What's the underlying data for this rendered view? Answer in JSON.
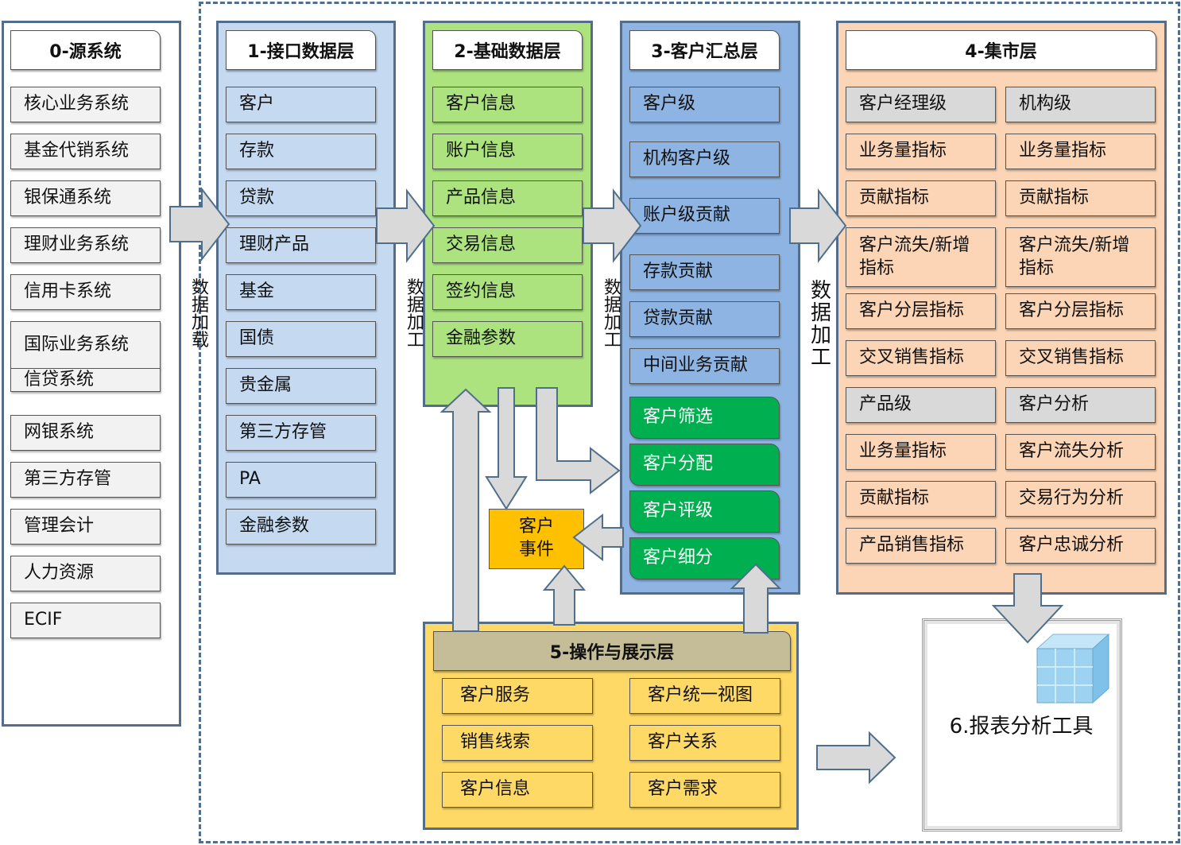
{
  "source": {
    "title": "0-源系统",
    "items": [
      "核心业务系统",
      "基金代销系统",
      "银保通系统",
      "理财业务系统",
      "信用卡系统",
      "国际业务系统",
      "信贷系统",
      "网银系统",
      "第三方存管",
      "管理会计",
      "人力资源",
      "ECIF"
    ]
  },
  "interface": {
    "title": "1-接口数据层",
    "items": [
      "客户",
      "存款",
      "贷款",
      "理财产品",
      "基金",
      "国债",
      "贵金属",
      "第三方存管",
      "PA",
      "金融参数"
    ]
  },
  "base": {
    "title": "2-基础数据层",
    "items": [
      "客户信息",
      "账户信息",
      "产品信息",
      "交易信息",
      "签约信息",
      "金融参数"
    ]
  },
  "summary": {
    "title": "3-客户汇总层",
    "items": [
      "客户级",
      "机构客户级",
      "账户级贡献",
      "存款贡献",
      "贷款贡献",
      "中间业务贡献"
    ],
    "green_items": [
      "客户筛选",
      "客户分配",
      "客户评级",
      "客户细分"
    ]
  },
  "mart": {
    "title": "4-集市层",
    "left": [
      "客户经理级",
      "业务量指标",
      "贡献指标",
      "客户流失/新增指标",
      "客户分层指标",
      "交叉销售指标",
      "产品级",
      "业务量指标",
      "贡献指标",
      "产品销售指标"
    ],
    "right": [
      "机构级",
      "业务量指标",
      "贡献指标",
      "客户流失/新增指标",
      "客户分层指标",
      "交叉销售指标",
      "客户分析",
      "客户流失分析",
      "交易行为分析",
      "客户忠诚分析"
    ]
  },
  "ops": {
    "title": "5-操作与展示层",
    "left": [
      "客户服务",
      "销售线索",
      "客户信息"
    ],
    "right": [
      "客户统一视图",
      "客户关系",
      "客户需求"
    ]
  },
  "event": {
    "label": "客户事件"
  },
  "report": {
    "label": "6.报表分析工具"
  },
  "flow_labels": {
    "load": "数据加载",
    "process1": "数据加工",
    "process2": "数据加工",
    "process3": "数据加工"
  },
  "colors": {
    "frame": "#536d8a",
    "source_bg": "#ffffff",
    "interface_bg": "#c5d9f1",
    "base_bg": "#ace37f",
    "summary_bg": "#8db4e2",
    "green_item": "#00b050",
    "mart_bg": "#fbd5b5",
    "ops_bg": "#ffd966",
    "event_bg": "#ffc000",
    "arrow_fill": "#d9d9d9",
    "cube": "#9dd3f0"
  }
}
